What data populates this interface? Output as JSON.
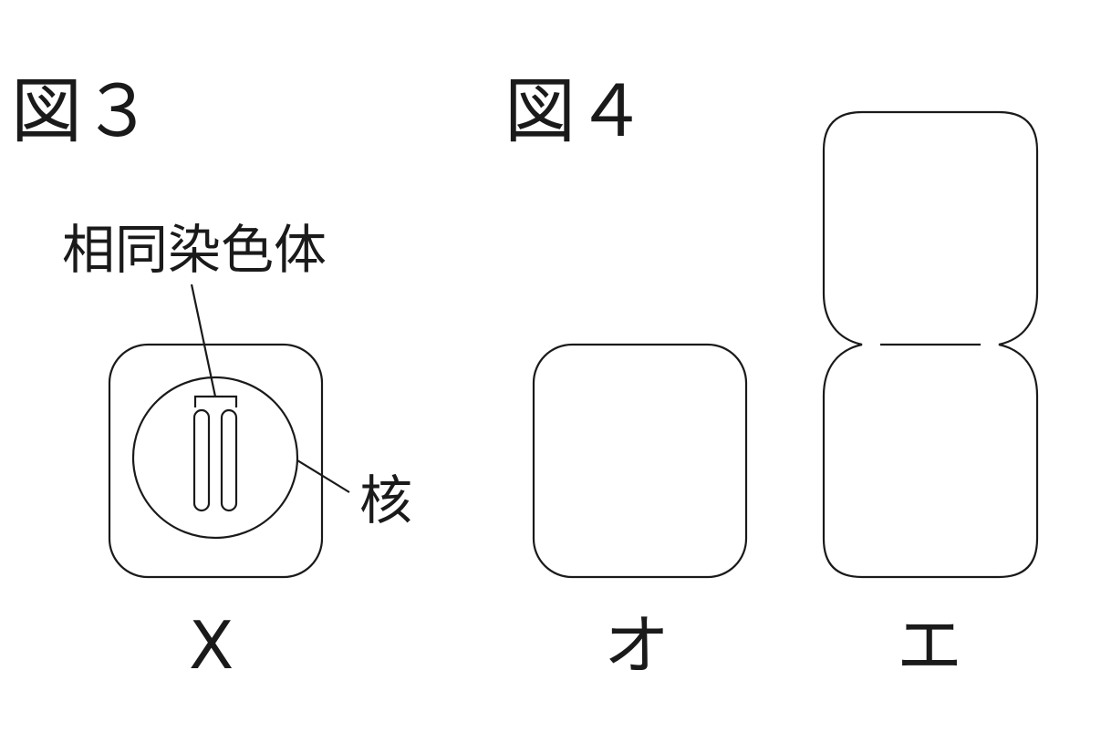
{
  "figure3": {
    "title": "図３",
    "labels": {
      "homologous_chromosomes": "相同染色体",
      "nucleus": "核",
      "cell": "X"
    }
  },
  "figure4": {
    "title": "図４",
    "cells": [
      {
        "label": "オ",
        "description": "single square cell"
      },
      {
        "label": "エ",
        "description": "cell dividing into two (cytokinesis)"
      }
    ]
  },
  "colors": {
    "stroke": "#1a1a1a",
    "background": "#ffffff"
  }
}
